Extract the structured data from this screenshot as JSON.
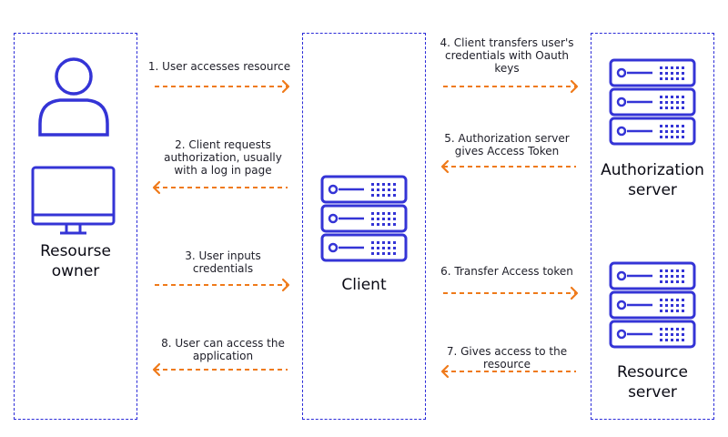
{
  "colors": {
    "accent": "#3434d6",
    "arrow": "#ef7a1a",
    "lane_border": "#2b2bd8",
    "text": "#0a0a14"
  },
  "nodes": {
    "owner": {
      "label": "Resourse\nowner",
      "icons": [
        "user-icon",
        "monitor-icon"
      ]
    },
    "client": {
      "label": "Client",
      "icons": [
        "server-icon"
      ]
    },
    "auth_server": {
      "label": "Authorization\nserver",
      "icons": [
        "server-icon"
      ]
    },
    "resource_server": {
      "label": "Resource\nserver",
      "icons": [
        "server-icon"
      ]
    }
  },
  "steps": [
    {
      "label": "1. User accesses resource",
      "from": "owner",
      "to": "client"
    },
    {
      "label": "2. Client requests\nauthorization, usually\nwith a log in page",
      "from": "client",
      "to": "owner"
    },
    {
      "label": "3. User inputs\ncredentials",
      "from": "owner",
      "to": "client"
    },
    {
      "label": "4. Client transfers user's\ncredentials with Oauth\nkeys",
      "from": "client",
      "to": "auth_server"
    },
    {
      "label": "5. Authorization server\ngives Access Token",
      "from": "auth_server",
      "to": "client"
    },
    {
      "label": "6. Transfer Access token",
      "from": "client",
      "to": "resource_server"
    },
    {
      "label": "7. Gives access to the\nresource",
      "from": "resource_server",
      "to": "client"
    },
    {
      "label": "8. User can access the\napplication",
      "from": "client",
      "to": "owner"
    }
  ]
}
